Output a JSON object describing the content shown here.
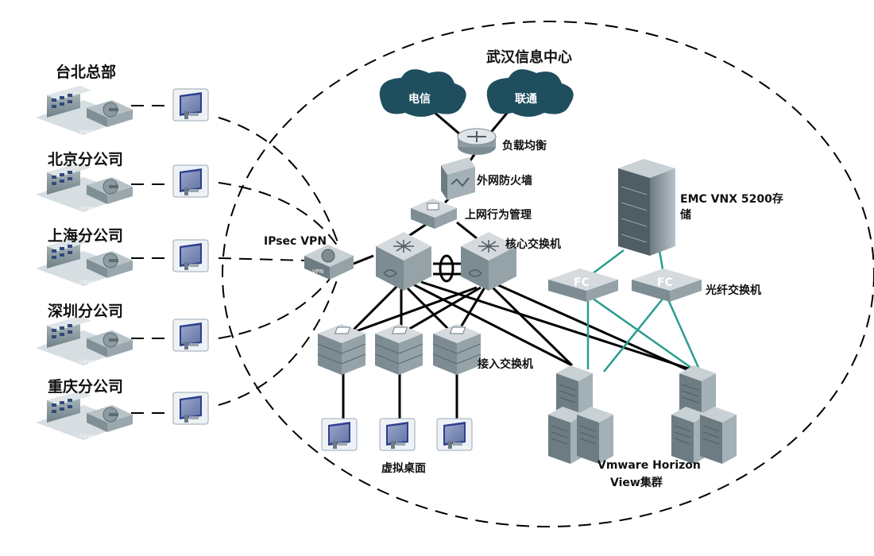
{
  "title": "武汉信息中心",
  "colors": {
    "link": "#000000",
    "fc_link": "#2a9d8f",
    "cloud": "#1f4e5f",
    "device": "#7e8f96",
    "building": "#8a9aa0"
  },
  "branches": [
    {
      "name": "台北总部",
      "tag": "Vision Center"
    },
    {
      "name": "北京分公司",
      "tag": "Corporation"
    },
    {
      "name": "上海分公司",
      "tag": "Corporation"
    },
    {
      "name": "深圳分公司",
      "tag": "Corporation"
    },
    {
      "name": "重庆分公司",
      "tag": "Corporation"
    }
  ],
  "isp": {
    "telecom": "电信",
    "unicom": "联通"
  },
  "devices": {
    "load_balancer": "负载均衡",
    "firewall": "外网防火墙",
    "behavior_mgmt": "上网行为管理",
    "core_switch": "核心交换机",
    "ipsec_vpn": "IPsec VPN",
    "vpn_badge": "VPN",
    "access_switch": "接入交换机",
    "virtual_desktop": "虚拟桌面",
    "fc_switch": "光纤交换机",
    "fc_badge": "FC",
    "storage": "EMC VNX 5200存储",
    "storage_line1": "EMC VNX 5200存",
    "storage_line2": "储",
    "cluster_line1": "Vmware Horizon",
    "cluster_line2": "View集群"
  }
}
